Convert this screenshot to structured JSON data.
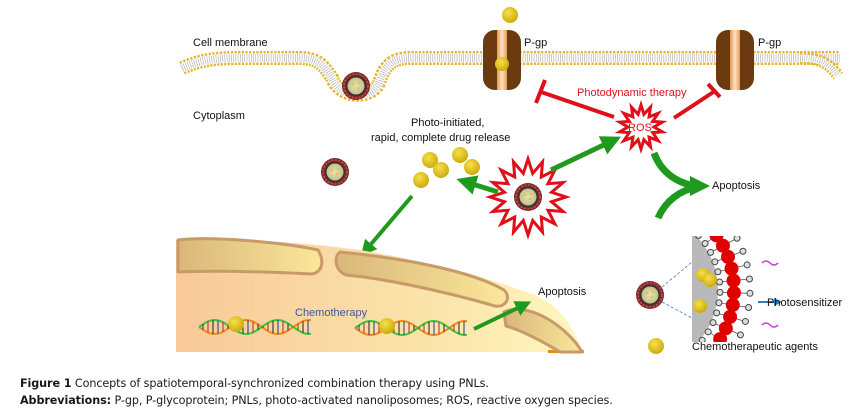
{
  "figure": {
    "labels": {
      "cell_membrane": "Cell membrane",
      "cytoplasm": "Cytoplasm",
      "pgp_left": "P-gp",
      "pgp_right": "P-gp",
      "photodynamic_therapy": "Photodynamic therapy",
      "ros": "ROS",
      "release_line1": "Photo-initiated,",
      "release_line2": "rapid, complete drug release",
      "apoptosis_ros": "Apoptosis",
      "apoptosis_chemo": "Apoptosis",
      "chemotherapy": "Chemotherapy",
      "photosensitizer": "Photosensitizer",
      "chemo_agents": "Chemotherapeutic agents"
    },
    "colors": {
      "membrane_head": "#e5b52a",
      "pgp_body": "#6b3a0e",
      "pgp_channel": "#f2b36a",
      "drug": "#e6c619",
      "inhibition": "#e0101a",
      "arrow": "#1f9a1f",
      "nucleus_fill": "#f7e6a8",
      "photosensitizer_arrow": "#2a7fc0",
      "lipid_red": "#e00000"
    }
  },
  "caption": {
    "figure_label": "Figure 1",
    "figure_text": " Concepts of spatiotemporal-synchronized combination therapy using PNLs.",
    "abbr_label": "Abbreviations:",
    "abbr_text": " P-gp, P-glycoprotein; PNLs, photo-activated nanoliposomes; ROS, reactive oxygen species."
  }
}
